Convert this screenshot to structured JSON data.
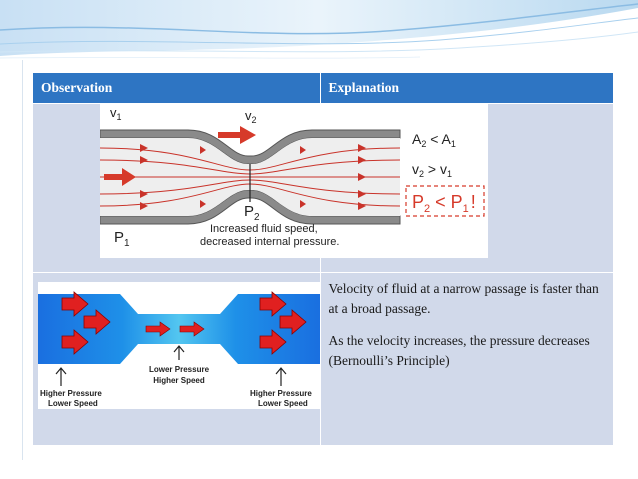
{
  "table": {
    "headers": {
      "observation": "Observation",
      "explanation": "Explanation"
    },
    "explanation_row2": {
      "line1": "Velocity of fluid at a narrow passage is faster than at a broad passage.",
      "line2": "As the velocity increases, the pressure decreases (Bernoulli’s Principle)"
    }
  },
  "diagram1": {
    "v1": "v",
    "v1_sub": "1",
    "v2": "v",
    "v2_sub": "2",
    "p1": "P",
    "p1_sub": "1",
    "p2": "P",
    "p2_sub": "2",
    "caption_line1": "Increased fluid speed,",
    "caption_line2": "decreased internal pressure.",
    "eq1_a": "A",
    "eq1_a_sub": "2",
    "eq1_op": " < A",
    "eq1_b_sub": "1",
    "eq2_a": "v",
    "eq2_a_sub": "2",
    "eq2_op": " > v",
    "eq2_b_sub": "1",
    "eq3_a": "P",
    "eq3_a_sub": "2",
    "eq3_op": " < P",
    "eq3_b_sub": "1",
    "eq3_bang": "!"
  },
  "diagram2": {
    "center_label_1": "Lower Pressure",
    "center_label_2": "Higher Speed",
    "left_label_1": "Higher Pressure",
    "left_label_2": "Lower Speed",
    "right_label_1": "Higher Pressure",
    "right_label_2": "Lower Speed"
  },
  "colors": {
    "header": "#2e75c3",
    "cell": "#d1d9ea",
    "arrow_red": "#e02020",
    "pipe_blue": "#1565d8"
  }
}
